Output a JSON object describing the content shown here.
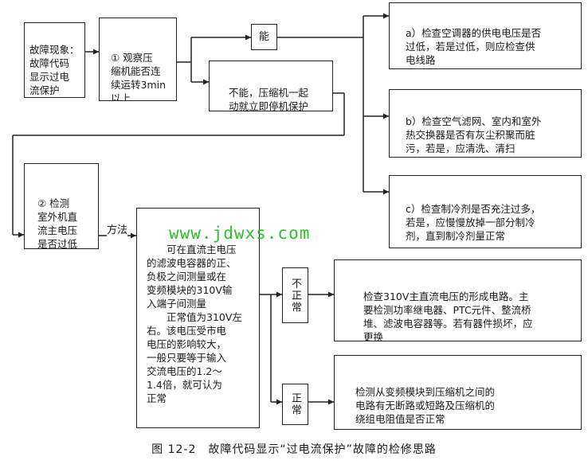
{
  "boxes": {
    "fault": "故障现象：\n故障代码\n显示过电\n流保护",
    "observe": "① 观察压\n缩机能否连\n续运转3min\n以上",
    "yes": "能",
    "no": "不能，压缩机一起\n动就立即停机保护",
    "check_a": "a）检查空调器的供电电压是否\n过低，若是过低，则应检查供\n电线路",
    "check_b": "b）检查空气滤网、室内和室外\n热交换器是否有灰尘积聚而脏\n污，若是，应清洗、清扫",
    "check_c": "c）检查制冷剂是否充注过多，\n若是，应慢慢放掉一部分制冷\n剂，直到制冷剂量正常",
    "measure": "② 检测\n室外机直\n流主电压\n是否过低",
    "method_label": "方法",
    "method_text": "　　可在直流主电压\n的滤波电容器的正、\n负极之间测量或在\n变频模块的310V输\n入端子间测量\n　　正常值为310V左\n右。该电压受市电\n电压的影响较大，\n一般只要等于输入\n交流电压的1.2～\n1.4倍，就可认为\n正常",
    "abnormal": "不正常",
    "normal": "正常",
    "abnormal_action": "检查310V主直流电压的形成电路。主\n要检测功率继电器、PTC元件、整流桥\n堆、滤波电容器等。若有器件损坏，应\n更换",
    "normal_action": "检测从变频模块到压缩机之间的\n电路有无断路或短路及压缩机的\n绕组电阻值是否正常"
  },
  "watermark": "www.jdwxs.com",
  "caption": "图 12-2　故障代码显示“过电流保护”故障的检修思路"
}
